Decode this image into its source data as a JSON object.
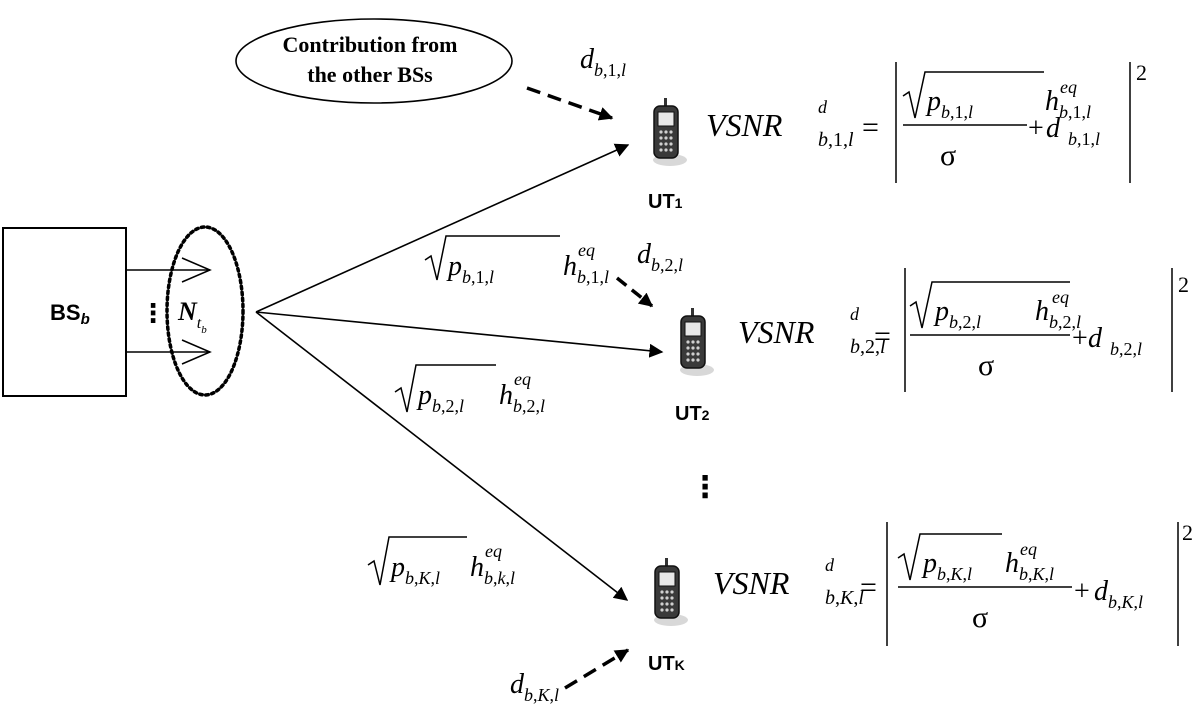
{
  "bs_label": {
    "main": "BS",
    "sub": "b"
  },
  "antenna": {
    "main": "N",
    "sub": "t",
    "subsub": "b"
  },
  "ellipse_label": {
    "line1": "Contribution from",
    "line2": "the other BSs"
  },
  "users": [
    {
      "label_main": "UT",
      "label_sub": "1",
      "idx": "1"
    },
    {
      "label_main": "UT",
      "label_sub": "2",
      "idx": "2"
    },
    {
      "label_main": "UT",
      "label_sub": "K",
      "idx": "K"
    }
  ],
  "math": {
    "d": "d",
    "b": "b",
    "l": "l",
    "p": "p",
    "h": "h",
    "eq": "eq",
    "vsnr": "VSNR",
    "sigma": "σ",
    "equals": "=",
    "plus": "+",
    "square": "2",
    "comma": ",",
    "k_lower": "k"
  },
  "dots_vertical": "⋮"
}
